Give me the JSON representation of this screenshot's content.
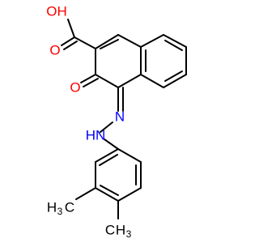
{
  "molecule": {
    "atom_labels": {
      "hydroxyl": "OH",
      "carbonyl_acid_o": "O",
      "carbonyl_ring_o": "O",
      "azo_n": "N",
      "hydrazo_nh": "HN",
      "methyl_left": "H3C",
      "methyl_bottom": "CH3"
    },
    "colors": {
      "oxygen": "#ff0000",
      "nitrogen": "#0000ff",
      "carbon": "#000000"
    }
  }
}
